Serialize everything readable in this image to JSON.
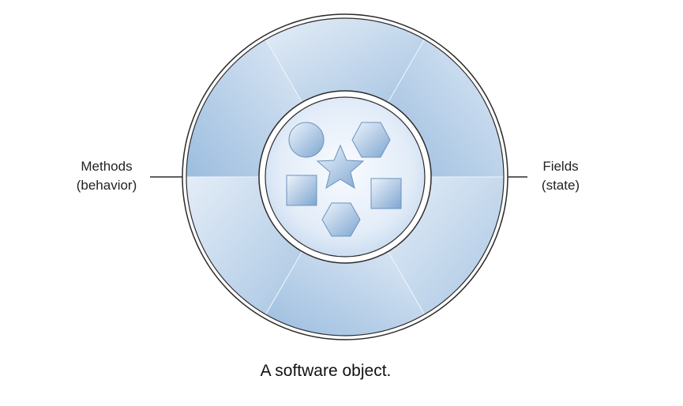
{
  "labels": {
    "methods": {
      "line1": "Methods",
      "line2": "(behavior)"
    },
    "fields": {
      "line1": "Fields",
      "line2": "(state)"
    }
  },
  "caption": "A software object.",
  "colors": {
    "outline": "#2b2b2b",
    "ring_light": "#dfe9f5",
    "ring_dark": "#9ebfdf",
    "core_light": "#f7faff",
    "core_dark": "#bcd3ec",
    "shape_light": "#e6eff9",
    "shape_dark": "#7fa7d2",
    "shape_edge": "#6b93bf"
  }
}
